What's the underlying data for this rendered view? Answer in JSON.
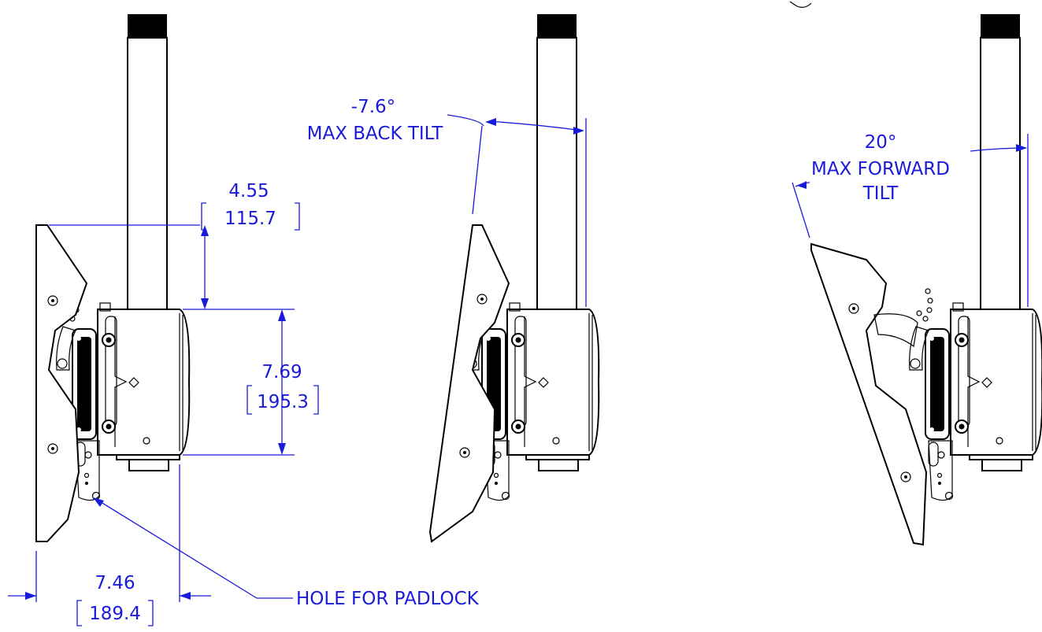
{
  "dimensions": {
    "offset_top": {
      "in": "4.55",
      "mm": "115.7"
    },
    "height": {
      "in": "7.69",
      "mm": "195.3"
    },
    "depth": {
      "in": "7.46",
      "mm": "189.4"
    }
  },
  "callouts": {
    "padlock": "HOLE FOR PADLOCK",
    "back_tilt_angle": "-7.6°",
    "back_tilt_label": "MAX BACK TILT",
    "forward_tilt_angle": "20°",
    "forward_tilt_label_1": "MAX FORWARD",
    "forward_tilt_label_2": "TILT"
  },
  "colors": {
    "dimension": "#1a1adb",
    "linework": "#000000"
  }
}
